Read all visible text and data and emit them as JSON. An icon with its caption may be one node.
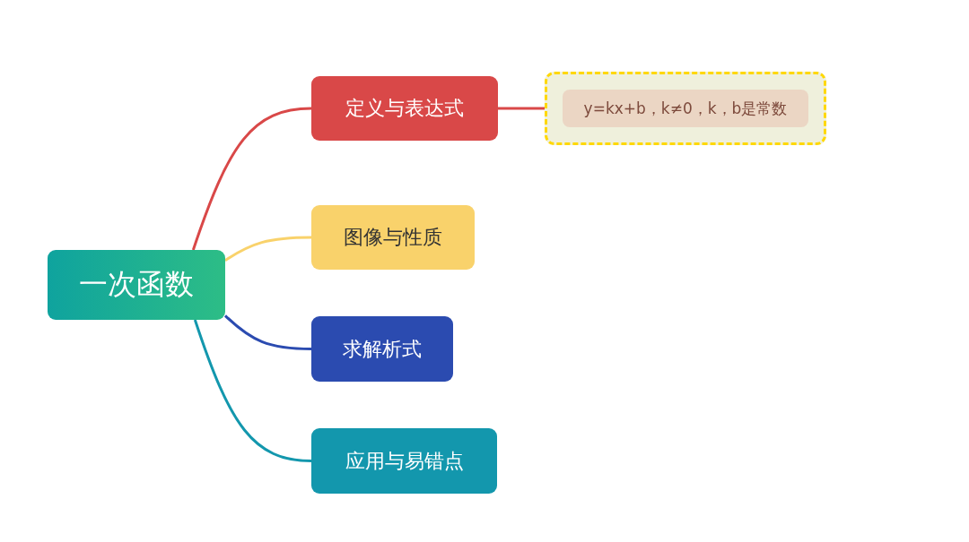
{
  "diagram": {
    "nodes": [
      {
        "text": [
          "一次函数"
        ]
      },
      {
        "text": [
          "定义与表达式"
        ]
      },
      {
        "text": [],
        "shape": "box"
      },
      {
        "text": [
          "y=kx+b，k≠0，k，b是常数"
        ],
        "in": 2
      },
      {
        "text": [
          "图像与性质"
        ]
      },
      {
        "text": [
          "求解析式"
        ]
      },
      {
        "text": [
          "应用与易错点"
        ]
      }
    ],
    "edges": [
      {
        "from": 0,
        "to": 1,
        "arrow": "none",
        "color": "#d94848"
      },
      {
        "from": 1,
        "to": 2,
        "arrow": "none",
        "color": "#d94848"
      },
      {
        "from": 0,
        "to": 4,
        "arrow": "none",
        "color": "#f9d26b"
      },
      {
        "from": 0,
        "to": 5,
        "arrow": "none",
        "color": "#2b4bb0"
      },
      {
        "from": 0,
        "to": 6,
        "arrow": "none",
        "color": "#1397ad"
      }
    ]
  }
}
